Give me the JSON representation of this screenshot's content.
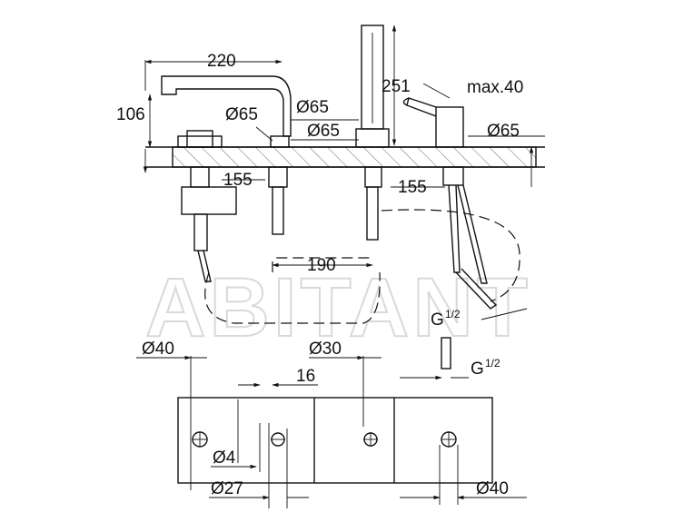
{
  "watermark": "ABITANT",
  "top_view": {
    "dim_spout_reach": "220",
    "dim_spout_height": "106",
    "dim_diverter_dia": "Ø65",
    "dim_hand_shower_dia_1": "Ø65",
    "dim_hand_shower_dia_2": "Ø65",
    "dim_hand_shower_height": "251",
    "dim_lever_max": "max.40",
    "dim_mixer_dia": "Ø65",
    "dim_left_depth": "155",
    "dim_right_depth": "155",
    "dim_hose_spacing": "190",
    "thread_label_1": "G",
    "thread_label_1_frac": "1/2",
    "thread_label_2": "G",
    "thread_label_2_frac": "1/2"
  },
  "deck_plan": {
    "dim_hole_dia_left": "Ø40",
    "dim_hole_dia_center": "Ø30",
    "dim_gap": "16",
    "dim_pin_dia": "Ø4",
    "dim_pin_spacing": "Ø27",
    "dim_hole_dia_right": "Ø40"
  }
}
